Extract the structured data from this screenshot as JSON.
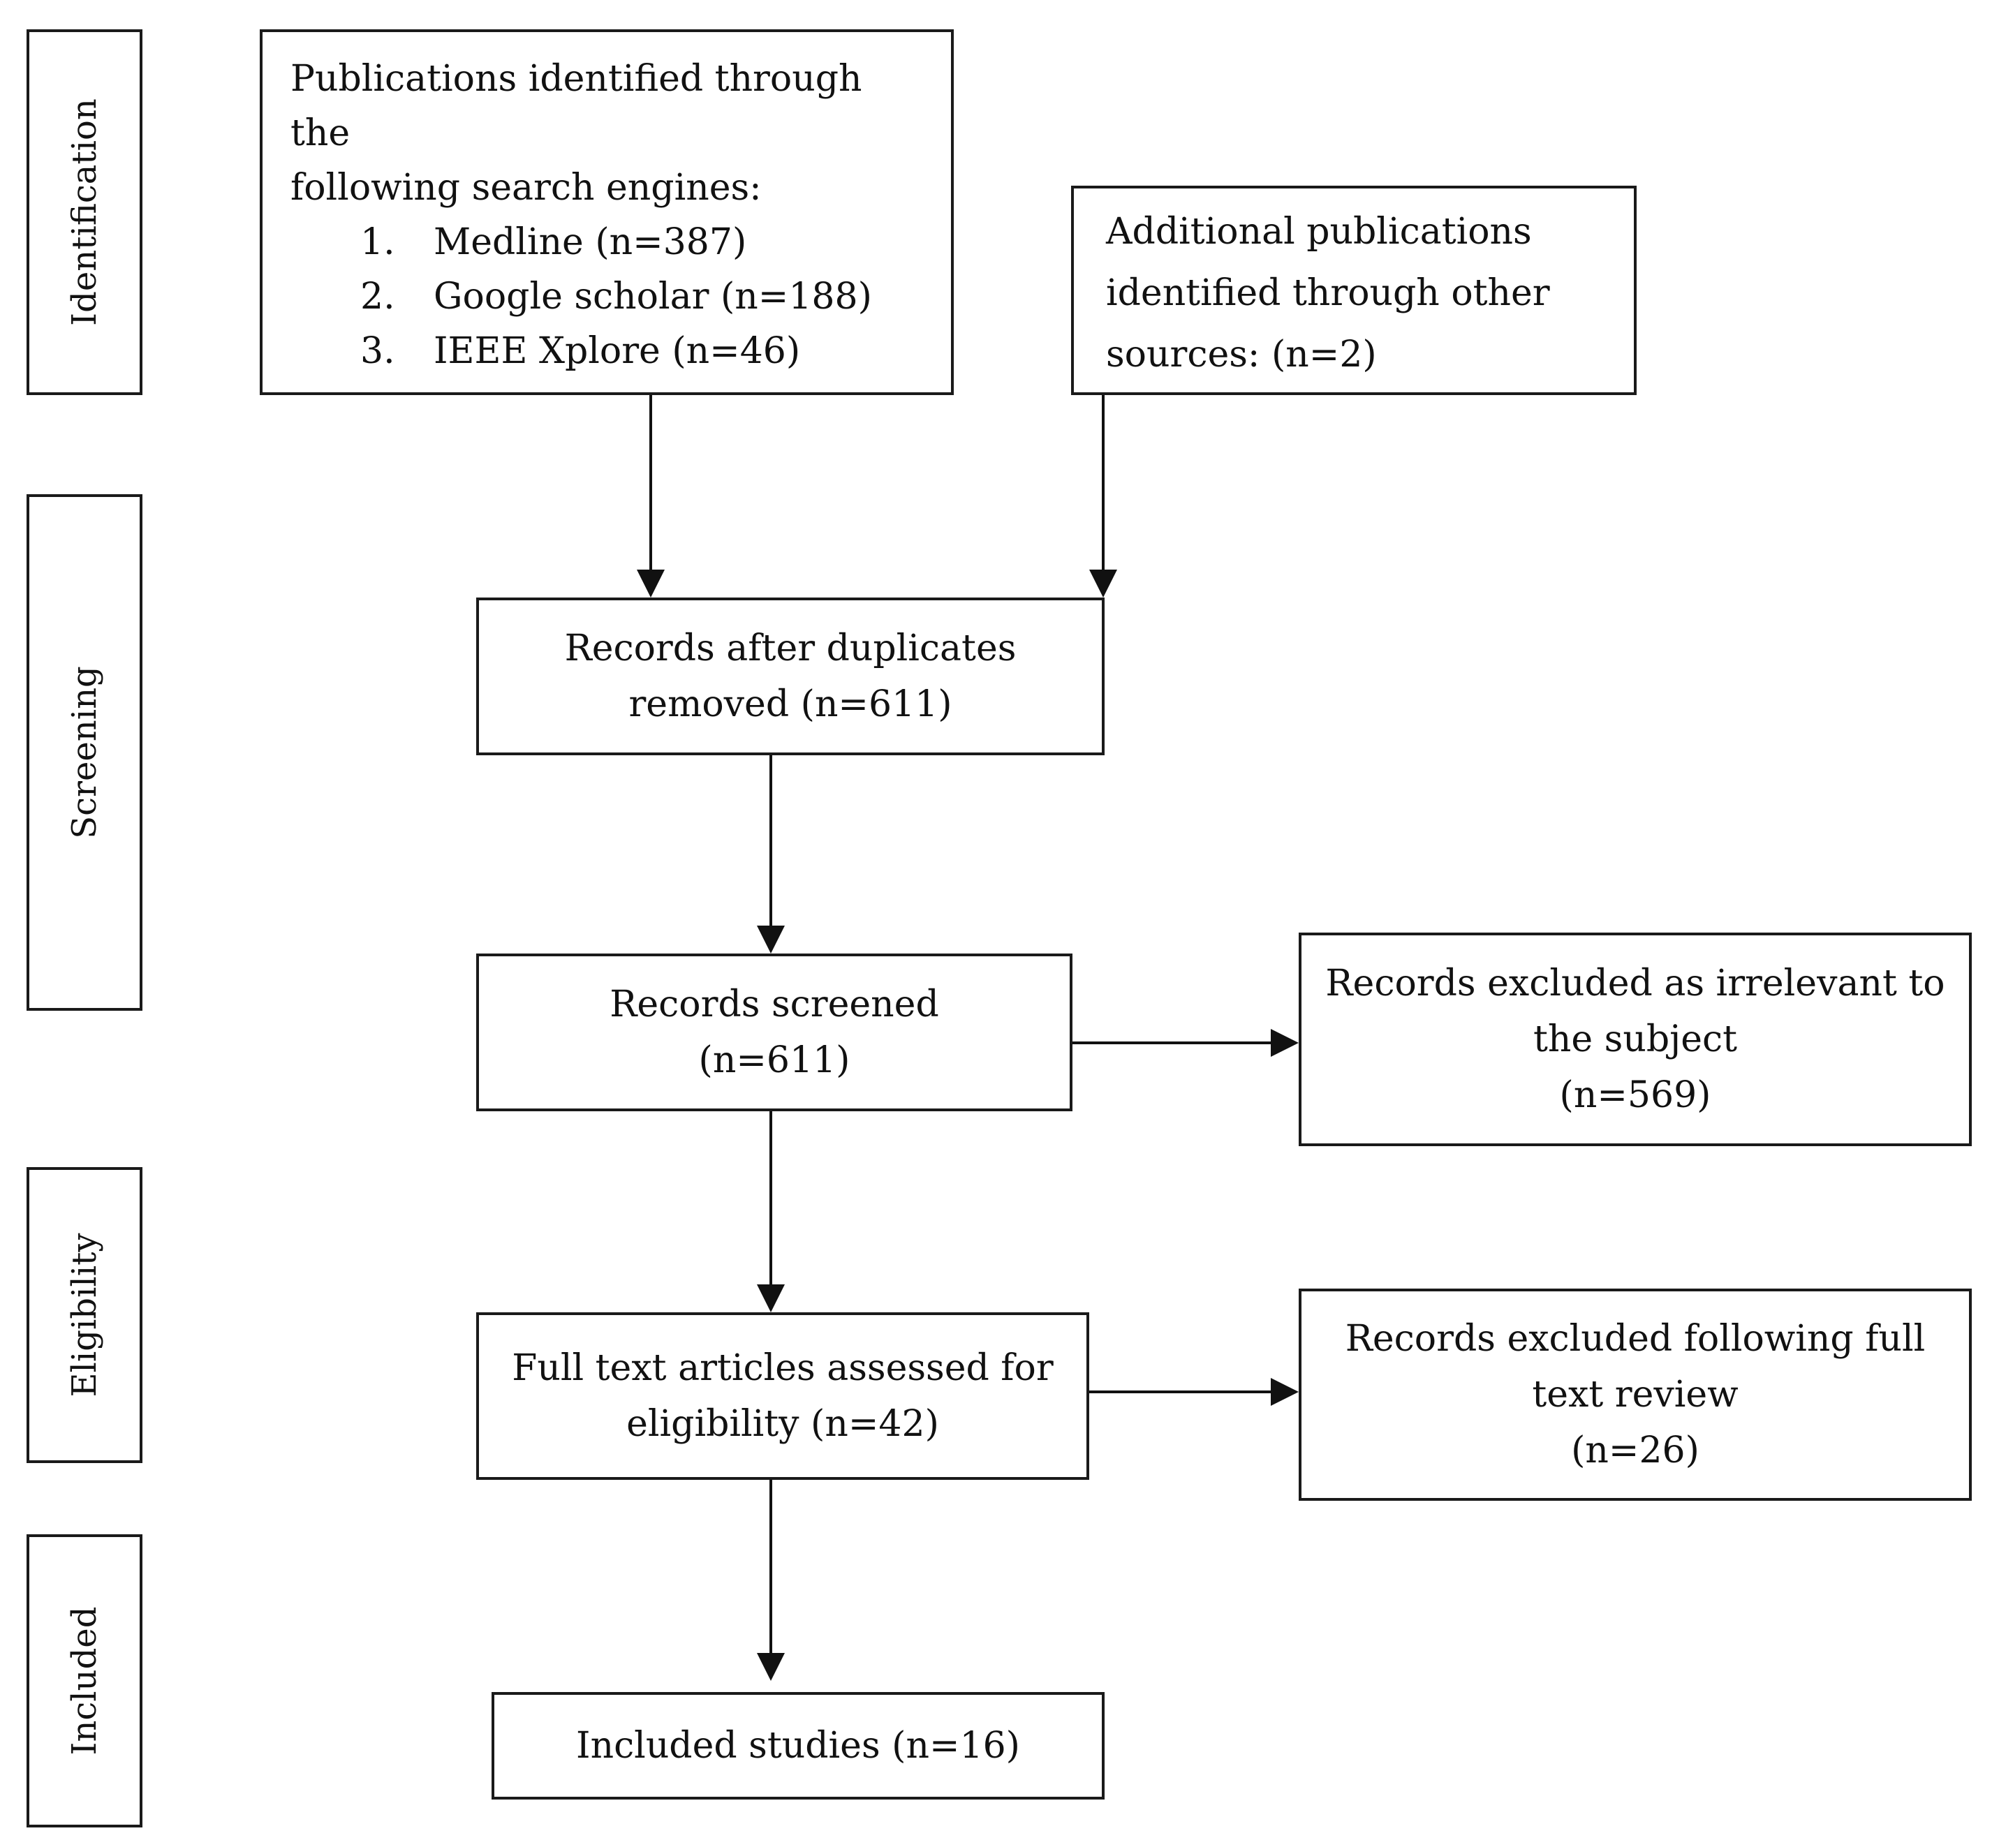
{
  "stages": {
    "identification": "Identification",
    "screening": "Screening",
    "eligibility": "Eligibility",
    "included": "Included"
  },
  "nodes": {
    "search_engines": {
      "line1": "Publications identified through the",
      "line2": "following search engines:",
      "items": [
        {
          "num": "1.",
          "text": "Medline (n=387)"
        },
        {
          "num": "2.",
          "text": "Google scholar (n=188)"
        },
        {
          "num": "3.",
          "text": "IEEE Xplore (n=46)"
        }
      ]
    },
    "additional": {
      "line1": "Additional publications",
      "line2": "identified through other",
      "line3": "sources: (n=2)"
    },
    "after_duplicates": {
      "line1": "Records after duplicates",
      "line2": "removed (n=611)"
    },
    "screened": {
      "line1": "Records screened",
      "line2": "(n=611)"
    },
    "excluded_irrelevant": {
      "line1": "Records excluded as irrelevant to",
      "line2": "the subject",
      "line3": "(n=569)"
    },
    "full_text": {
      "line1": "Full text articles assessed for",
      "line2": "eligibility (n=42)"
    },
    "excluded_full_text": {
      "line1": "Records excluded following full",
      "line2": "text review",
      "line3": "(n=26)"
    },
    "included": {
      "line1": "Included studies (n=16)"
    }
  }
}
